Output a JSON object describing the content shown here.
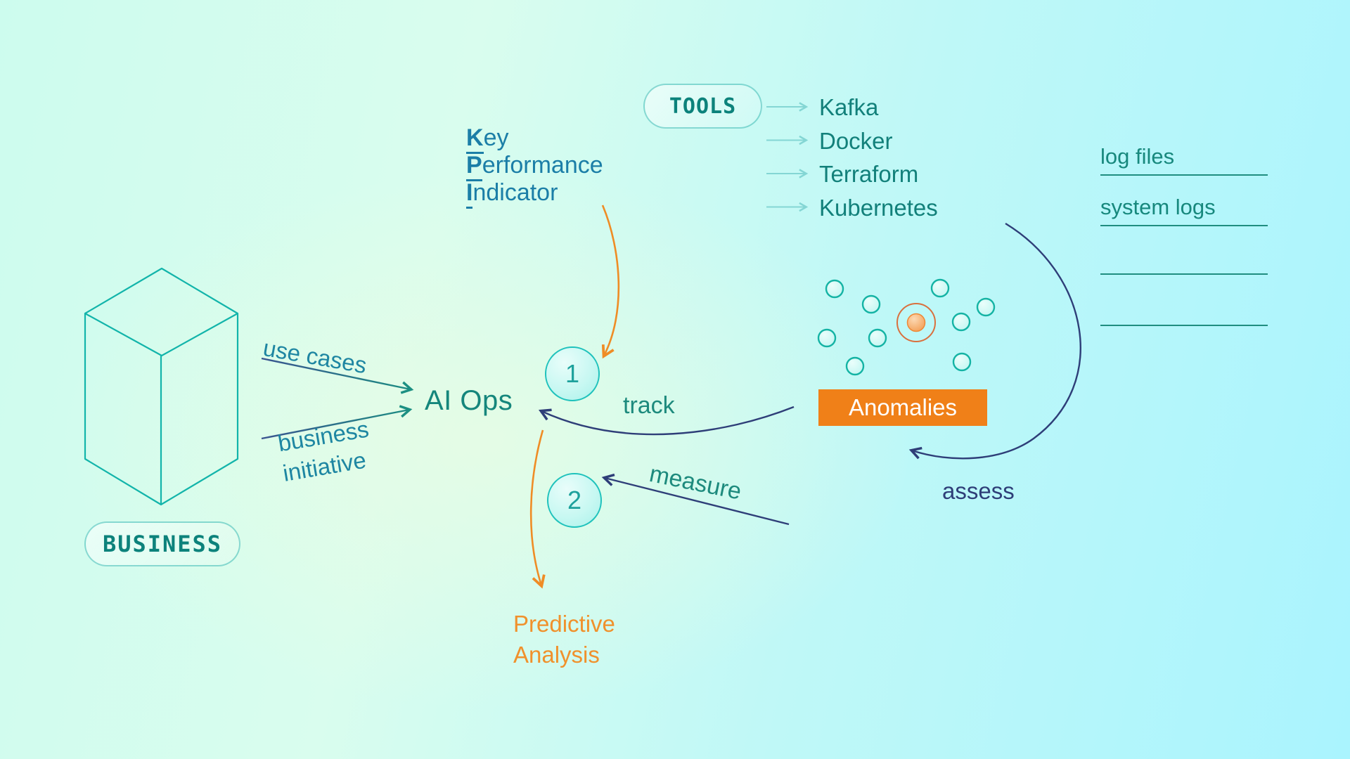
{
  "colors": {
    "teal_text": "#15867c",
    "blue_teal_text": "#1b7ea7",
    "navy_arrow": "#2e3e78",
    "orange_arrow": "#ef8c25",
    "orange_box": "#f08018",
    "orange_text": "#f0912c",
    "cube_stroke": "#12b4aa",
    "dot_stroke": "#14b3a4",
    "pill_text": "#0c827b",
    "tools_arrow": "#84d6d4"
  },
  "business": {
    "label": "BUSINESS"
  },
  "left_arrows": {
    "use_cases": "use cases",
    "business_initiative": [
      "business",
      "initiative"
    ]
  },
  "ai_ops": {
    "label": "AI Ops"
  },
  "kpi": {
    "lines": [
      {
        "first": "K",
        "rest": "ey"
      },
      {
        "first": "P",
        "rest": "erformance"
      },
      {
        "first": "I",
        "rest": "ndicator"
      }
    ]
  },
  "tools": {
    "label": "TOOLS",
    "items": [
      "Kafka",
      "Docker",
      "Terraform",
      "Kubernetes"
    ]
  },
  "logs": {
    "items": [
      "log files",
      "system logs",
      "",
      ""
    ]
  },
  "anomalies": {
    "label": "Anomalies"
  },
  "steps": {
    "one": "1",
    "two": "2"
  },
  "flow_labels": {
    "track": "track",
    "measure": "measure",
    "assess": "assess"
  },
  "predictive": {
    "lines": [
      "Predictive",
      "Analysis"
    ]
  }
}
